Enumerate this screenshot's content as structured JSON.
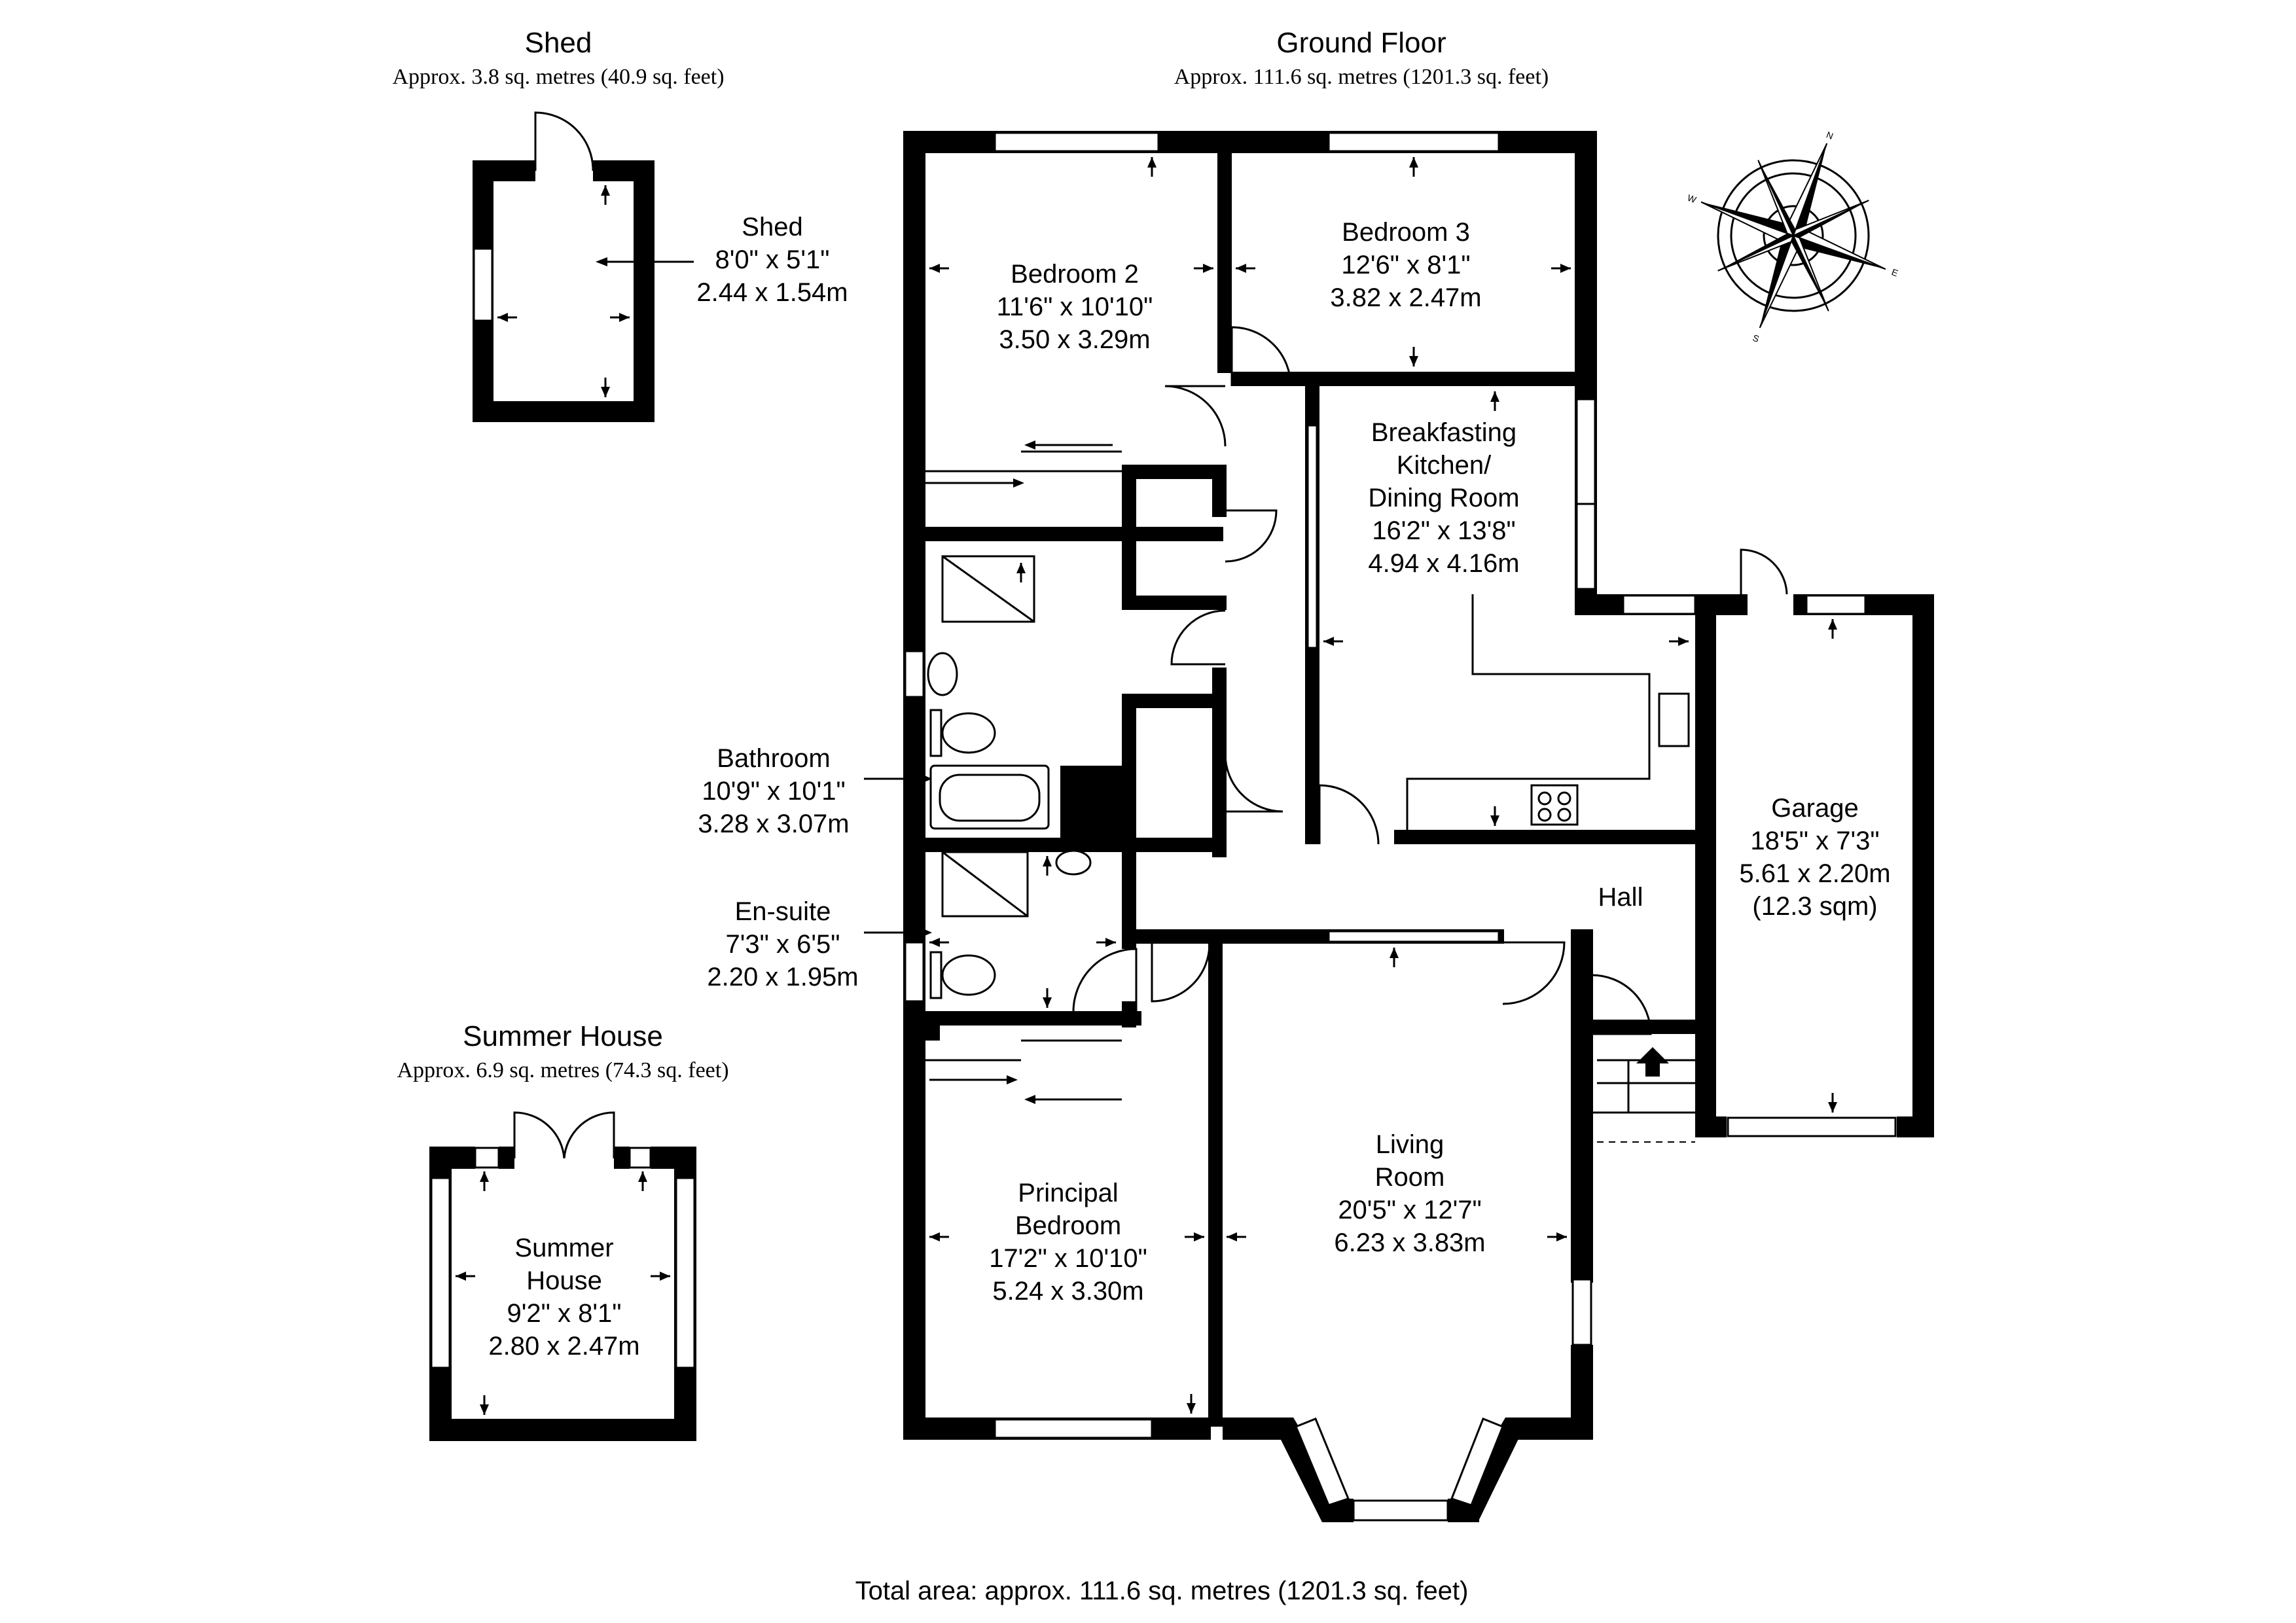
{
  "headers": {
    "shed": {
      "title": "Shed",
      "area": "Approx. 3.8 sq. metres (40.9 sq. feet)"
    },
    "ground_floor": {
      "title": "Ground Floor",
      "area": "Approx. 111.6 sq. metres (1201.3 sq. feet)"
    },
    "summer_house": {
      "title": "Summer House",
      "area": "Approx. 6.9 sq. metres (74.3 sq. feet)"
    }
  },
  "rooms": {
    "shed": {
      "name": "Shed",
      "imperial": "8'0\" x 5'1\"",
      "metric": "2.44 x 1.54m"
    },
    "bedroom2": {
      "name": "Bedroom 2",
      "imperial": "11'6\" x 10'10\"",
      "metric": "3.50 x 3.29m"
    },
    "bedroom3": {
      "name": "Bedroom 3",
      "imperial": "12'6\" x 8'1\"",
      "metric": "3.82 x 2.47m"
    },
    "kitchen": {
      "name_line1": "Breakfasting",
      "name_line2": "Kitchen/",
      "name_line3": "Dining Room",
      "imperial": "16'2\" x 13'8\"",
      "metric": "4.94 x 4.16m"
    },
    "bathroom": {
      "name": "Bathroom",
      "imperial": "10'9\" x 10'1\"",
      "metric": "3.28 x 3.07m"
    },
    "ensuite": {
      "name": "En-suite",
      "imperial": "7'3\" x 6'5\"",
      "metric": "2.20 x 1.95m"
    },
    "garage": {
      "name": "Garage",
      "imperial": "18'5\" x 7'3\"",
      "metric": "5.61 x 2.20m",
      "extra": "(12.3 sqm)"
    },
    "hall": {
      "name": "Hall"
    },
    "living": {
      "name_line1": "Living",
      "name_line2": "Room",
      "imperial": "20'5\" x 12'7\"",
      "metric": "6.23 x 3.83m"
    },
    "principal": {
      "name_line1": "Principal",
      "name_line2": "Bedroom",
      "imperial": "17'2\" x 10'10\"",
      "metric": "5.24 x 3.30m"
    },
    "summer_house": {
      "name_line1": "Summer",
      "name_line2": "House",
      "imperial": "9'2\" x 8'1\"",
      "metric": "2.80 x 2.47m"
    }
  },
  "compass": {
    "n": "N",
    "e": "E",
    "s": "S",
    "w": "W"
  },
  "footer": {
    "total": "Total area: approx. 111.6 sq. metres (1201.3 sq. feet)"
  },
  "colors": {
    "wall": "#000000",
    "background": "#ffffff"
  }
}
